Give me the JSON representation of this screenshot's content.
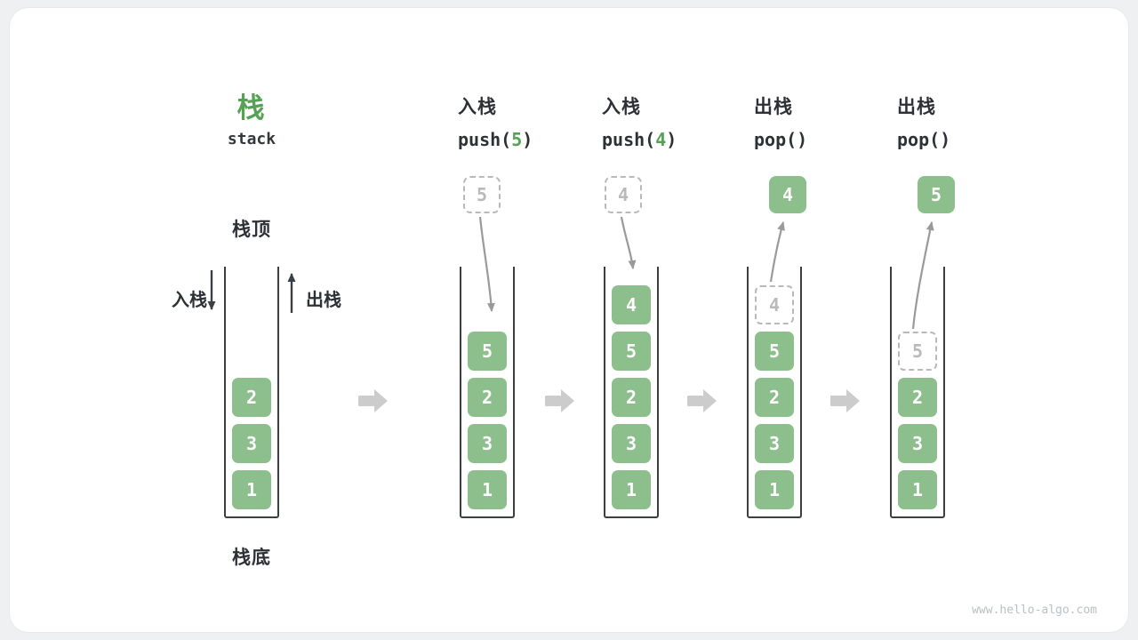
{
  "watermark": "www.hello-algo.com",
  "colors": {
    "accent_green": "#55a255",
    "box_green": "#8cbf8c",
    "ghost_gray": "#b9b9b9",
    "arrow_gray": "#9a9a9a",
    "fat_arrow_gray": "#cccccc",
    "watermark_gray": "#b9bfc3"
  },
  "intro": {
    "title": "栈",
    "subtitle": "stack",
    "top_label": "栈顶",
    "bottom_label": "栈底",
    "push_label": "入栈",
    "pop_label": "出栈",
    "stack": [
      "2",
      "3",
      "1"
    ]
  },
  "steps": [
    {
      "name": "入栈",
      "code": {
        "prefix": "push(",
        "arg": "5",
        "suffix": ")"
      },
      "floating": "5",
      "stack": [
        "5",
        "2",
        "3",
        "1"
      ]
    },
    {
      "name": "入栈",
      "code": {
        "prefix": "push(",
        "arg": "4",
        "suffix": ")"
      },
      "floating": "4",
      "stack": [
        "4",
        "5",
        "2",
        "3",
        "1"
      ]
    },
    {
      "name": "出栈",
      "code": {
        "prefix": "pop(",
        "arg": "",
        "suffix": ")"
      },
      "floating": "4",
      "stack": [
        "4",
        "5",
        "2",
        "3",
        "1"
      ]
    },
    {
      "name": "出栈",
      "code": {
        "prefix": "pop(",
        "arg": "",
        "suffix": ")"
      },
      "floating": "5",
      "stack": [
        "5",
        "2",
        "3",
        "1"
      ]
    }
  ]
}
